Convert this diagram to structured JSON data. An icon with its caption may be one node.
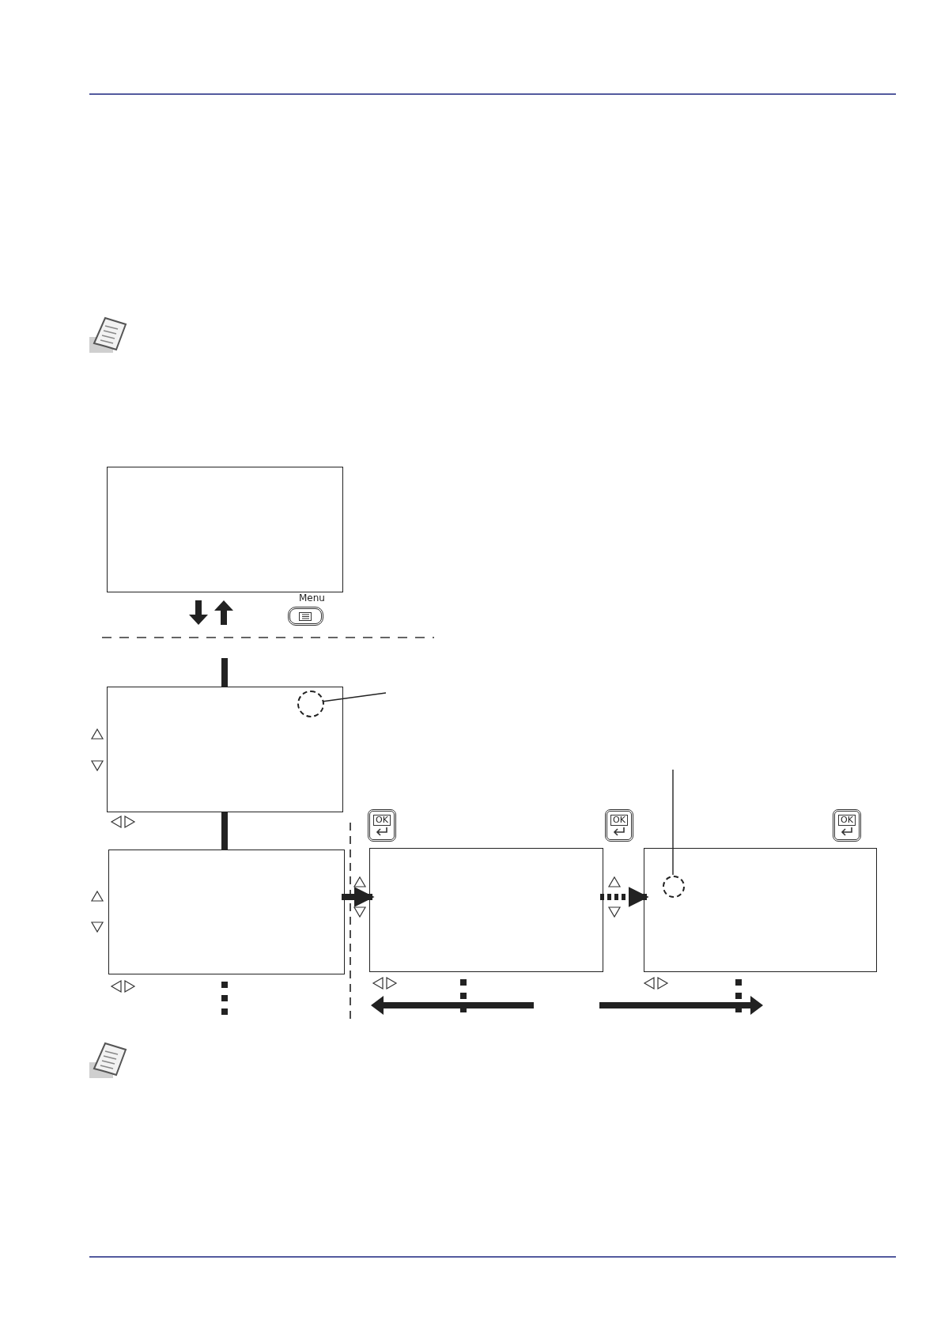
{
  "diagram": {
    "nodes": [
      {
        "text": [],
        "shape": "box"
      },
      {
        "text": [],
        "shape": "box"
      },
      {
        "text": [],
        "shape": "circle",
        "in": 1
      },
      {
        "text": [],
        "shape": "box"
      },
      {
        "text": [],
        "shape": "box"
      },
      {
        "text": [],
        "shape": "box"
      },
      {
        "text": [],
        "shape": "circle",
        "in": 5
      }
    ],
    "edges": [
      {
        "from": null,
        "to": 1,
        "arrow": "none"
      },
      {
        "from": 1,
        "to": 3,
        "arrow": "none"
      },
      {
        "from": 3,
        "to": 4,
        "arrow": "to"
      },
      {
        "from": 4,
        "to": 5,
        "arrow": "to",
        "style": "dashed"
      },
      {
        "from": null,
        "to": 2,
        "arrow": "none"
      },
      {
        "from": null,
        "to": 6,
        "arrow": "none"
      }
    ],
    "labels": [
      "Menu",
      "OK",
      "OK",
      "OK"
    ]
  }
}
